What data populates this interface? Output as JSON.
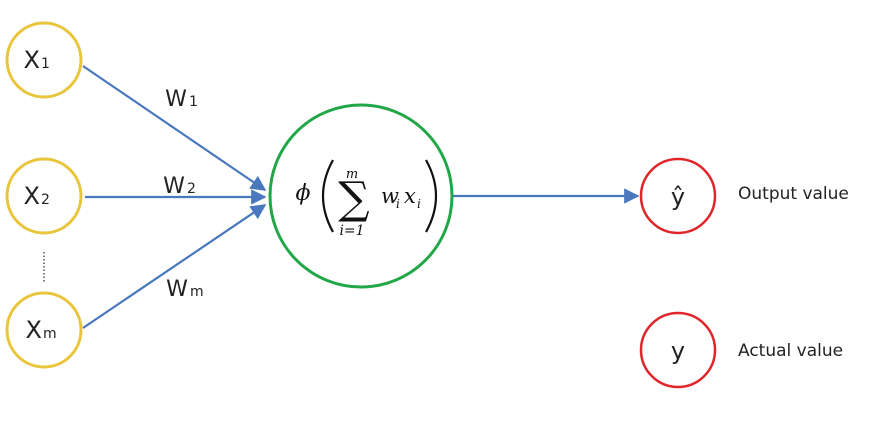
{
  "inputs": [
    {
      "letter": "X",
      "sub": "1"
    },
    {
      "letter": "X",
      "sub": "2"
    },
    {
      "letter": "X",
      "sub": "m"
    }
  ],
  "weights": [
    {
      "letter": "W",
      "sub": "1"
    },
    {
      "letter": "W",
      "sub": "2"
    },
    {
      "letter": "W",
      "sub": "m"
    }
  ],
  "neuron": {
    "phi": "ϕ",
    "sum": "∑",
    "upper": "m",
    "lower": "i=1",
    "w": "w",
    "w_sub": "i",
    "x": "x",
    "x_sub": "i"
  },
  "output": {
    "symbol": "ŷ",
    "label": "Output value"
  },
  "actual": {
    "symbol": "y",
    "label": "Actual value"
  },
  "colors": {
    "input_stroke": "#E8C53A",
    "neuron_stroke": "#22A748",
    "output_stroke": "#E0262A",
    "arrow": "#4A78BF",
    "dots": "#555555"
  }
}
